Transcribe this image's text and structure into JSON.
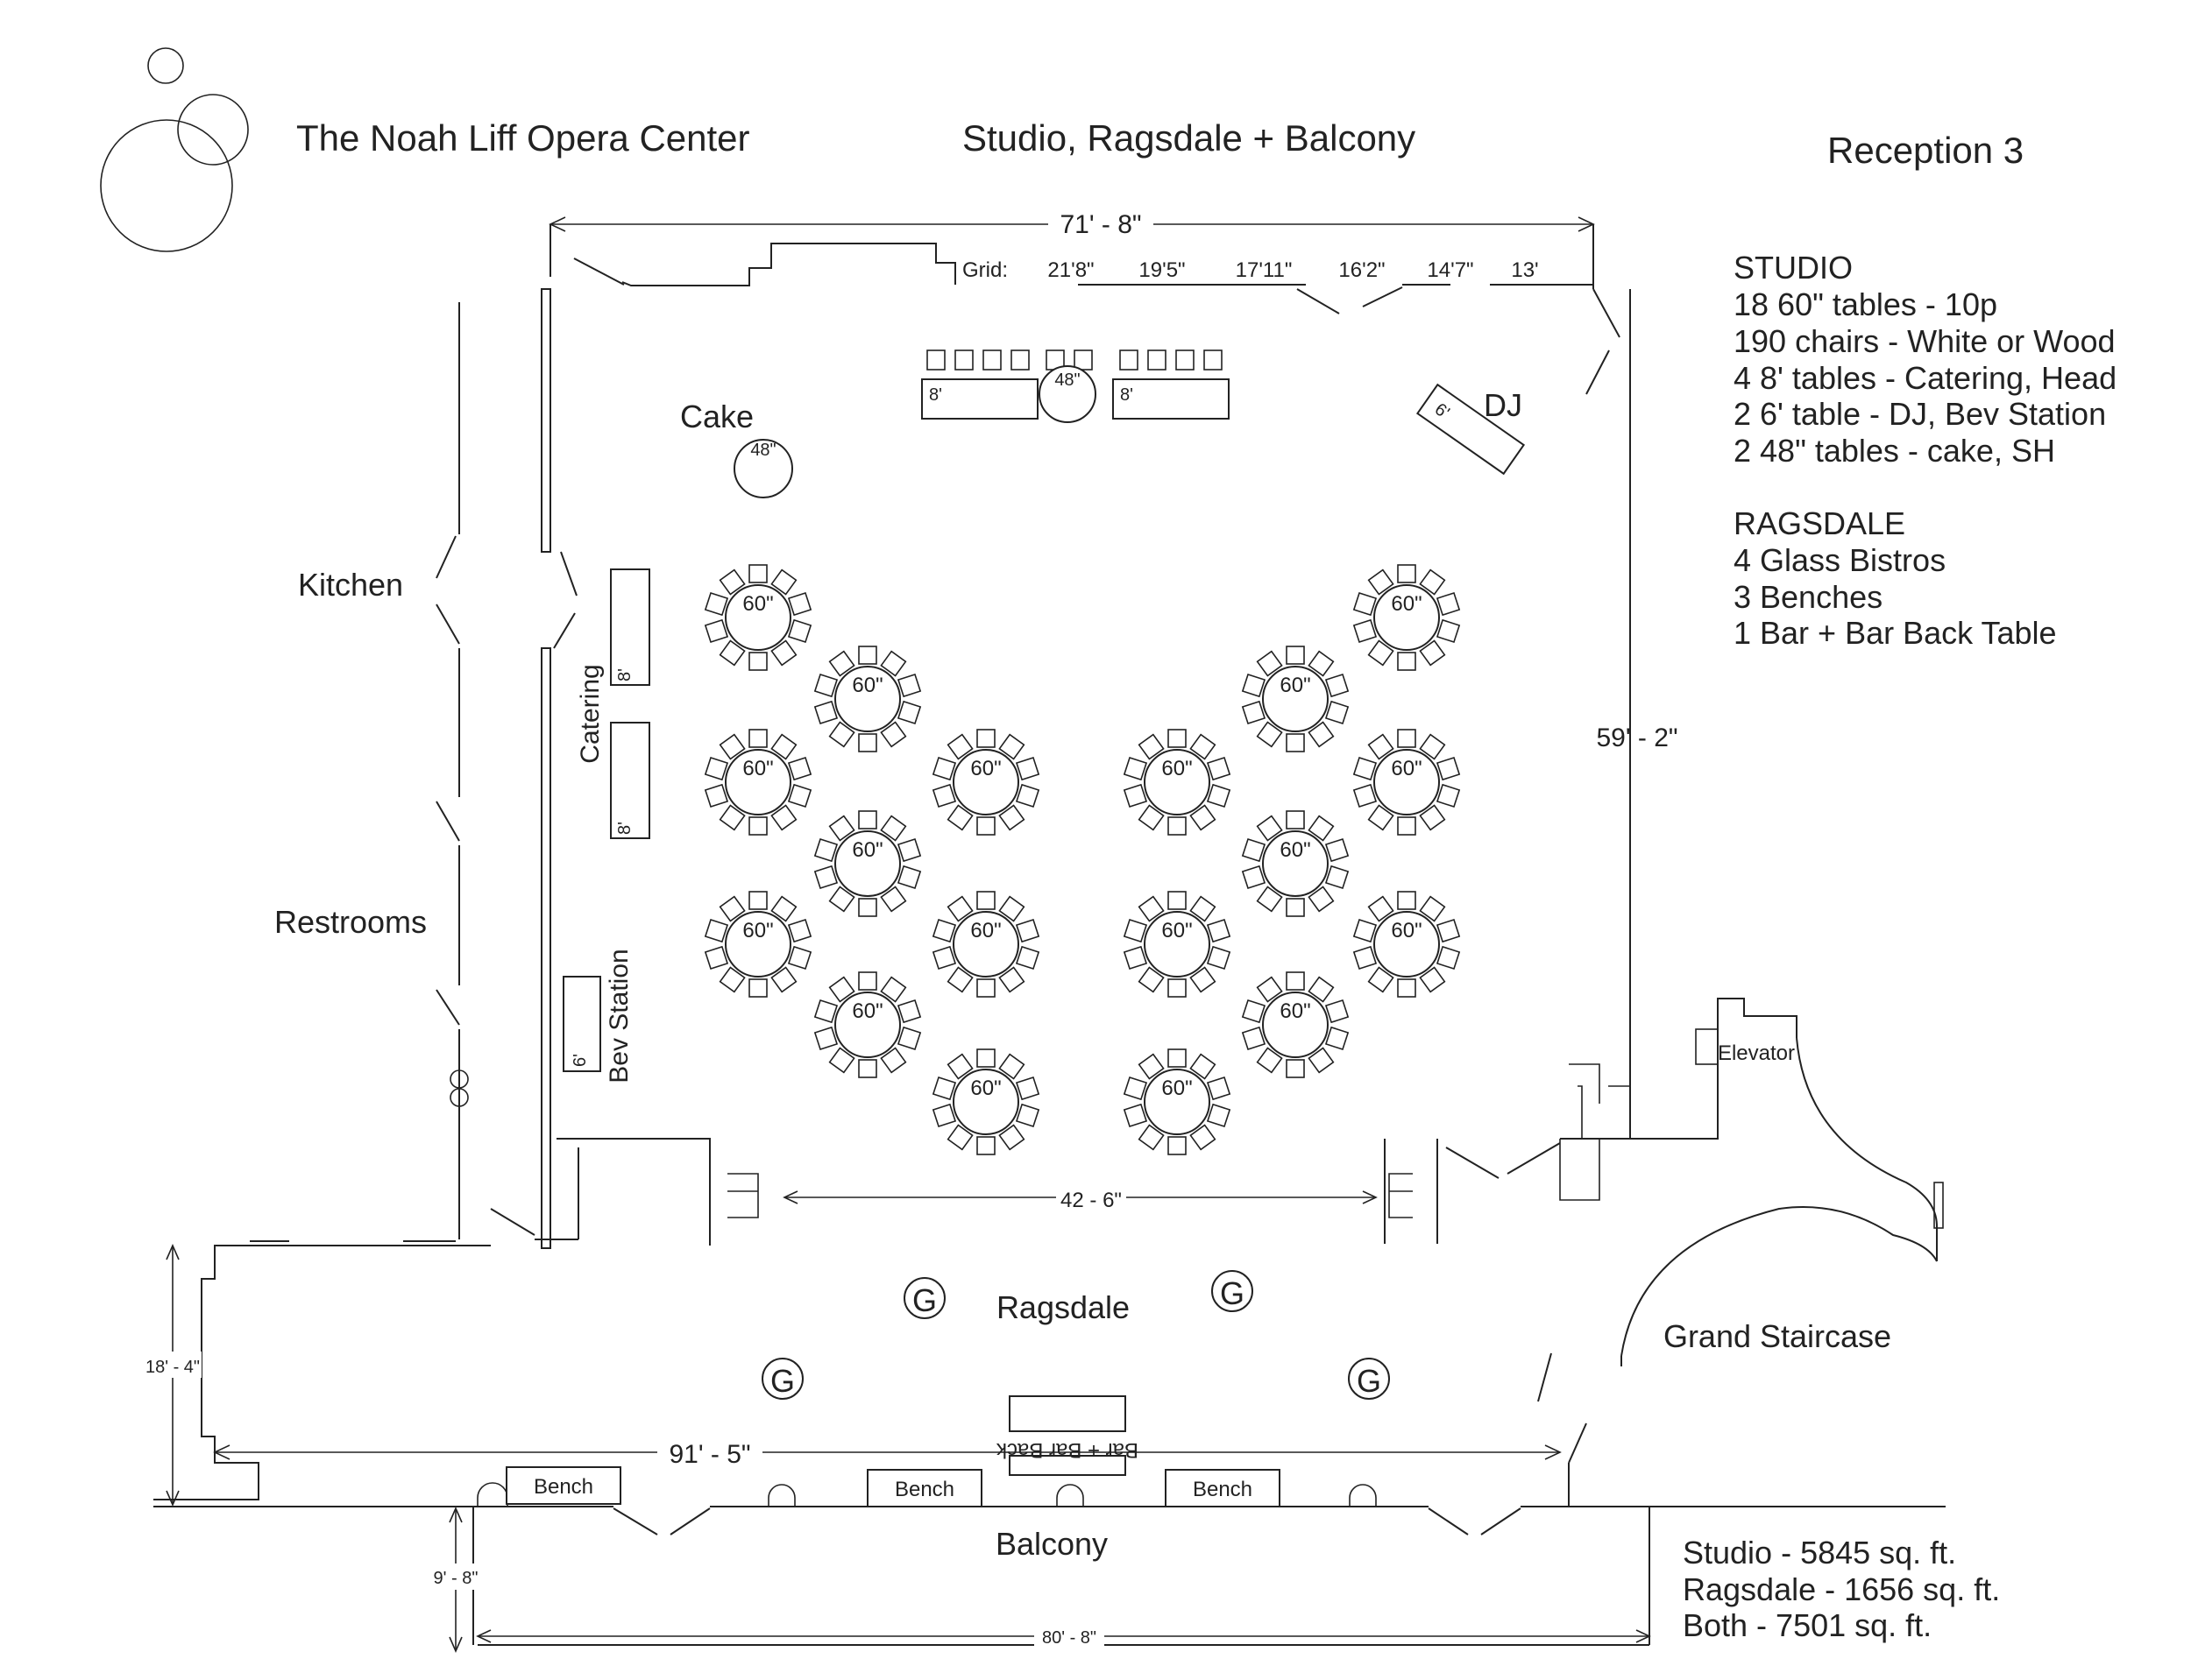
{
  "header": {
    "venue": "The Noah Liff Opera Center",
    "spaces": "Studio, Ragsdale + Balcony",
    "layout": "Reception 3"
  },
  "dimensions": {
    "studio_width": "71' - 8\"",
    "studio_depth": "59' - 2\"",
    "opening": "42 - 6\"",
    "ragsdale_width": "91' - 5\"",
    "ragsdale_depth": "18' - 4\"",
    "balcony_width": "80' - 8\"",
    "balcony_depth": "9' - 8\""
  },
  "grid": {
    "label": "Grid:",
    "values": [
      "21'8\"",
      "19'5\"",
      "17'11\"",
      "16'2\"",
      "14'7\"",
      "13'"
    ]
  },
  "room_labels": {
    "kitchen": "Kitchen",
    "restrooms": "Restrooms",
    "elevator": "Elevator",
    "grand_staircase": "Grand Staircase",
    "ragsdale": "Ragsdale",
    "balcony": "Balcony"
  },
  "furniture_labels": {
    "cake": "Cake",
    "dj": "DJ",
    "catering": "Catering",
    "bev_station": "Bev Station",
    "bar": "Bar + Bar Back",
    "bench": "Bench",
    "bistro": "G",
    "table_60": "60\"",
    "table_48": "48\"",
    "table_8": "8'",
    "table_6": "6'"
  },
  "studio_inventory": {
    "heading": "STUDIO",
    "items": [
      "18 60\" tables - 10p",
      "190 chairs - White or Wood",
      "4 8' tables - Catering, Head",
      "2 6' table - DJ, Bev Station",
      "2 48\" tables - cake, SH"
    ]
  },
  "ragsdale_inventory": {
    "heading": "RAGSDALE",
    "items": [
      "4 Glass Bistros",
      "3 Benches",
      "1 Bar + Bar Back Table"
    ]
  },
  "areas": [
    "Studio - 5845 sq. ft.",
    "Ragsdale - 1656 sq. ft.",
    "Both - 7501 sq. ft."
  ]
}
